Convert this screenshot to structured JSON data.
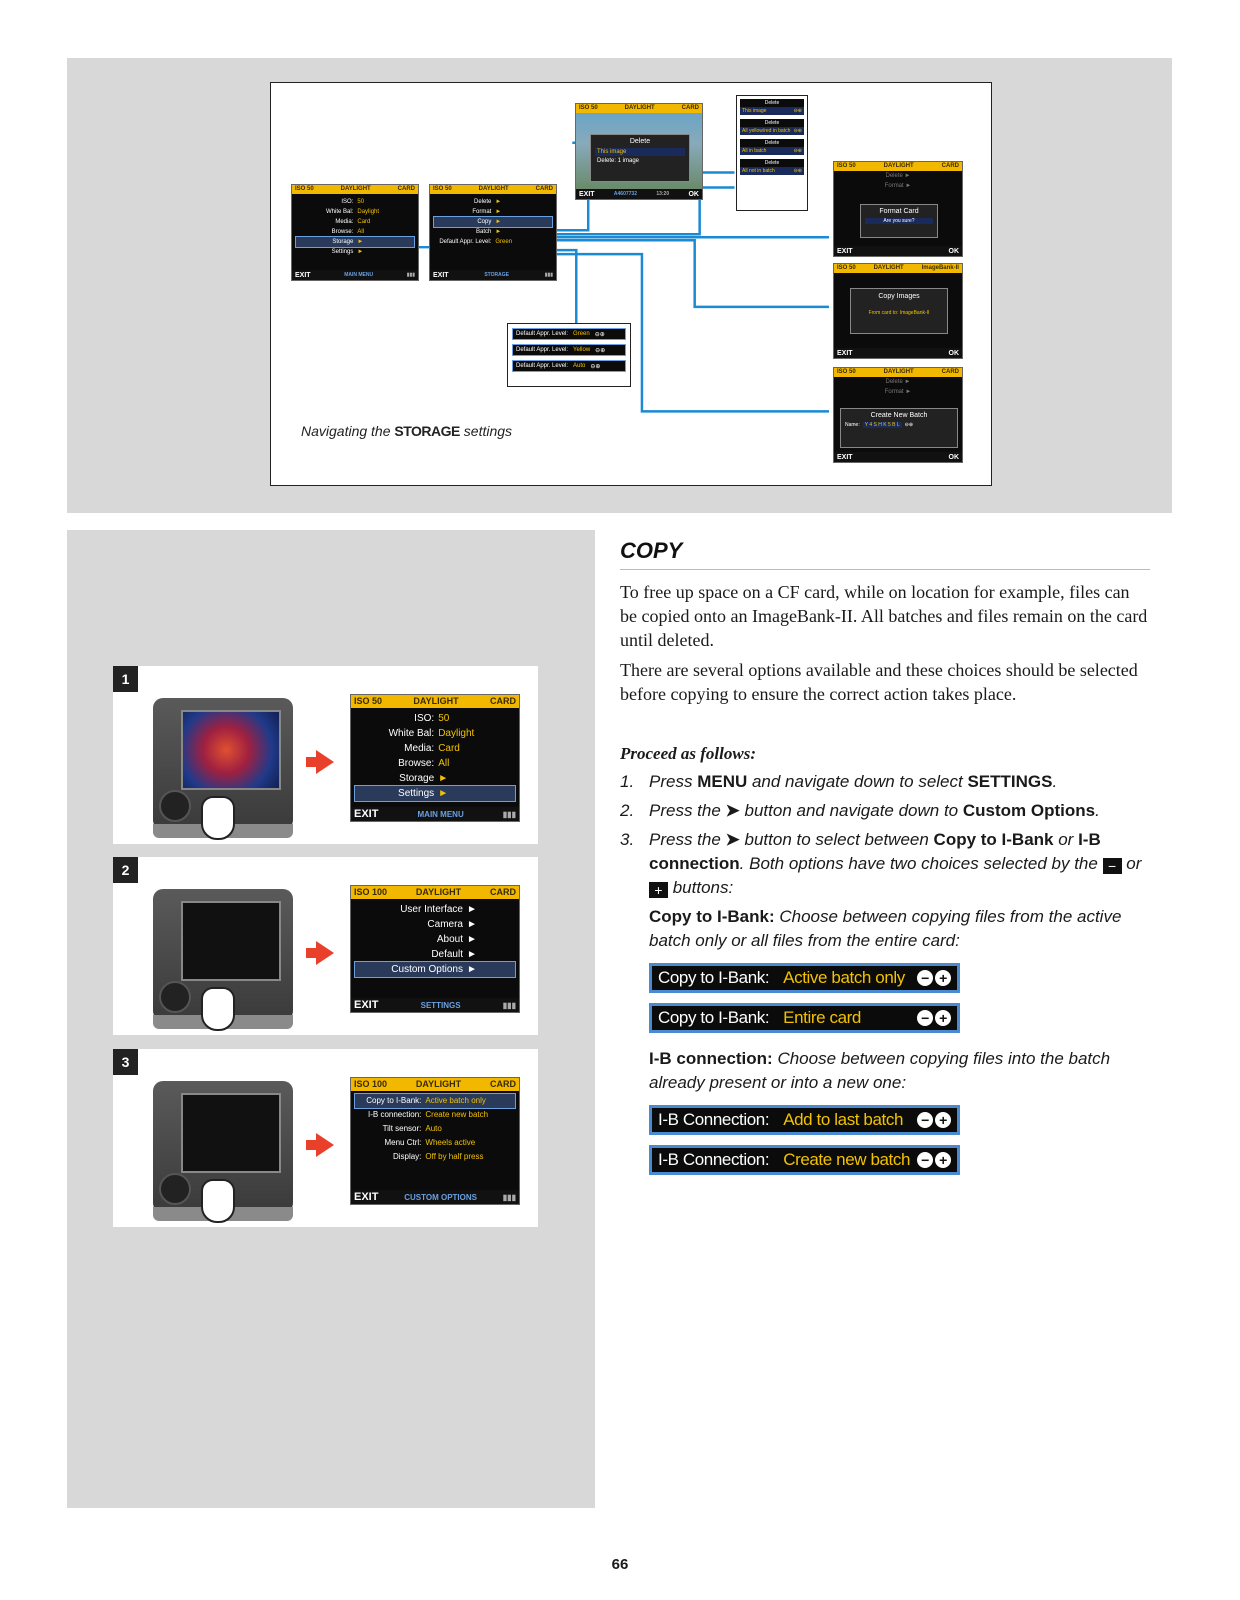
{
  "diagram": {
    "caption_prefix": "Navigating the",
    "caption_bold": "STORAGE",
    "caption_suffix": "settings",
    "main_menu": {
      "bar": [
        "ISO 50",
        "DAYLIGHT",
        "CARD"
      ],
      "rows": [
        {
          "k": "ISO:",
          "v": "50"
        },
        {
          "k": "White Bal:",
          "v": "Daylight"
        },
        {
          "k": "Media:",
          "v": "Card"
        },
        {
          "k": "Browse:",
          "v": "All"
        },
        {
          "k": "Storage",
          "v": "►"
        },
        {
          "k": "Settings",
          "v": "►"
        }
      ],
      "foot_left": "EXIT",
      "foot_mid": "MAIN MENU",
      "foot_right": "▮▮▮"
    },
    "storage_menu": {
      "bar": [
        "ISO 50",
        "DAYLIGHT",
        "CARD"
      ],
      "rows": [
        {
          "k": "Delete",
          "v": "►"
        },
        {
          "k": "Format",
          "v": "►"
        },
        {
          "k": "Copy",
          "v": "►"
        },
        {
          "k": "Batch",
          "v": "►"
        },
        {
          "k": "Default Appr. Level:",
          "v": "Green"
        }
      ],
      "foot_left": "EXIT",
      "foot_mid": "STORAGE",
      "foot_right": "▮▮▮"
    },
    "delete_screen": {
      "bar": [
        "ISO 50",
        "DAYLIGHT",
        "CARD"
      ],
      "title": "Delete",
      "option": "This image",
      "info": "Delete: 1 image",
      "foot_left": "EXIT",
      "foot_mid": "A4607732",
      "foot_time": "13:20",
      "foot_right": "OK"
    },
    "delete_options": [
      {
        "h": "Delete",
        "s": "This image"
      },
      {
        "h": "Delete",
        "s": "All yellow/red in batch"
      },
      {
        "h": "Delete",
        "s": "All in batch"
      },
      {
        "h": "Delete",
        "s": "All not in batch"
      }
    ],
    "format_screen": {
      "bar": [
        "ISO 50",
        "DAYLIGHT",
        "CARD"
      ],
      "title": "Format Card",
      "q": "Are you sure?",
      "bg1": "Delete ►",
      "bg2": "Format ►",
      "foot_left": "EXIT",
      "foot_right": "OK"
    },
    "copy_screen": {
      "bar": [
        "ISO 50",
        "DAYLIGHT",
        "ImageBank-II"
      ],
      "title": "Copy Images",
      "line": "From card to: ImageBank-II",
      "foot_left": "EXIT",
      "foot_right": "OK"
    },
    "batch_screen": {
      "bar": [
        "ISO 50",
        "DAYLIGHT",
        "CARD"
      ],
      "title": "Create New Batch",
      "name_label": "Name:",
      "name_value": "Y 4 S H K 5 B L",
      "bg1": "Delete ►",
      "bg2": "Format ►",
      "foot_left": "EXIT",
      "foot_right": "OK"
    },
    "appr_levels": [
      {
        "k": "Default Appr. Level:",
        "v": "Green"
      },
      {
        "k": "Default Appr. Level:",
        "v": "Yellow"
      },
      {
        "k": "Default Appr. Level:",
        "v": "Auto"
      }
    ]
  },
  "steps": [
    {
      "num": "1",
      "bar": [
        "ISO 50",
        "DAYLIGHT",
        "CARD"
      ],
      "rows": [
        {
          "k": "ISO:",
          "v": "50"
        },
        {
          "k": "White Bal:",
          "v": "Daylight"
        },
        {
          "k": "Media:",
          "v": "Card"
        },
        {
          "k": "Browse:",
          "v": "All"
        },
        {
          "k": "Storage",
          "v": "►"
        },
        {
          "k": "Settings",
          "v": "►"
        }
      ],
      "foot_left": "EXIT",
      "foot_mid": "MAIN MENU",
      "foot_right": "▮▮▮"
    },
    {
      "num": "2",
      "bar": [
        "ISO 100",
        "DAYLIGHT",
        "CARD"
      ],
      "rows": [
        {
          "k": "User Interface",
          "v": "►"
        },
        {
          "k": "Camera",
          "v": "►"
        },
        {
          "k": "About",
          "v": "►"
        },
        {
          "k": "Default",
          "v": "►"
        },
        {
          "k": "Custom Options",
          "v": "►"
        }
      ],
      "foot_left": "EXIT",
      "foot_mid": "SETTINGS",
      "foot_right": "▮▮▮"
    },
    {
      "num": "3",
      "bar": [
        "ISO 100",
        "DAYLIGHT",
        "CARD"
      ],
      "rows": [
        {
          "k": "Copy to I-Bank:",
          "v": "Active batch only"
        },
        {
          "k": "I-B connection:",
          "v": "Create new batch"
        },
        {
          "k": "Tilt sensor:",
          "v": "Auto"
        },
        {
          "k": "Menu Ctrl:",
          "v": "Wheels active"
        },
        {
          "k": "Display:",
          "v": "Off by half press"
        }
      ],
      "foot_left": "EXIT",
      "foot_mid": "CUSTOM OPTIONS",
      "foot_right": "▮▮▮"
    }
  ],
  "article": {
    "heading": "COPY",
    "p1": "To free up space on a CF card, while on location for example, files can be copied onto an ImageBank-II. All batches and files remain on the card until deleted.",
    "p2": "There are several options available and these choices should be selected before copying to ensure the correct action takes place.",
    "proceed": "Proceed as follows:",
    "s1": {
      "n": "1.",
      "a": "Press ",
      "b1": "MENU",
      "c": " and navigate down to select ",
      "b2": "SETTINGS",
      "d": "."
    },
    "s2": {
      "n": "2.",
      "a": "Press the ",
      "chev": "➤",
      "c": " button and navigate down to ",
      "b": "Custom Options",
      "d": "."
    },
    "s3": {
      "n": "3.",
      "a": "Press the ",
      "chev": "➤",
      "c": " button to select between ",
      "b1": "Copy to I-Bank",
      "or": " or ",
      "b2": "I-B connection",
      "d": ". Both options have two choices selected by the ",
      "minus": "−",
      "or2": " or ",
      "plus": "+",
      "e": " buttons:"
    },
    "copy_label": "Copy to I-Bank:",
    "copy_text": " Choose between copying files from the active batch only or all files from the entire card:",
    "copy_opts": [
      {
        "k": "Copy to I-Bank:",
        "v": "Active batch only"
      },
      {
        "k": "Copy to I-Bank:",
        "v": "Entire card"
      }
    ],
    "ib_label": "I-B connection:",
    "ib_text": " Choose between copying files into the batch already present or into a new one:",
    "ib_opts": [
      {
        "k": "I-B Connection:",
        "v": "Add to last batch"
      },
      {
        "k": "I-B Connection:",
        "v": "Create new batch"
      }
    ]
  },
  "page_number": "66",
  "colors": {
    "accent_blue": "#1a8ad4",
    "screen_yellow": "#f2b800",
    "arrow_red": "#e8402a"
  }
}
